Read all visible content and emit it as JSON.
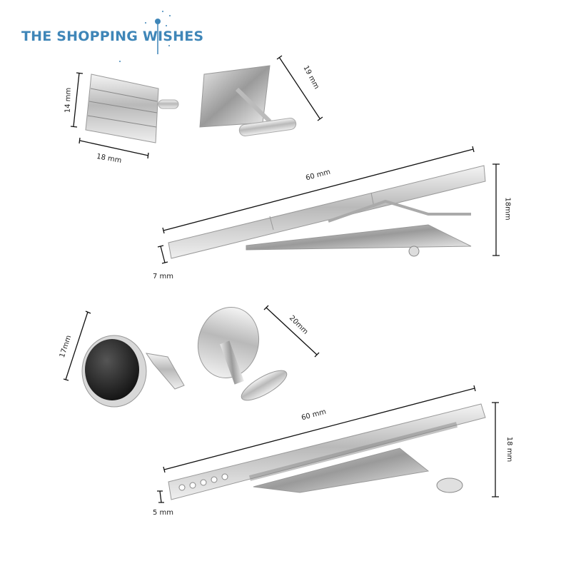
{
  "brand": {
    "logo_text": "THE SHOPPING WISHES",
    "color": "#3f86b8"
  },
  "products": {
    "square_cufflink": {
      "height_label": "14 mm",
      "width_label": "18 mm",
      "back_label": "19 mm"
    },
    "tie_clip_1": {
      "length_label": "60 mm",
      "height_label": "18mm",
      "thickness_label": "7 mm"
    },
    "round_cufflink": {
      "diameter_label": "17mm",
      "back_label": "20mm"
    },
    "tie_clip_2": {
      "length_label": "60 mm",
      "height_label": "18 mm",
      "thickness_label": "5 mm"
    }
  }
}
